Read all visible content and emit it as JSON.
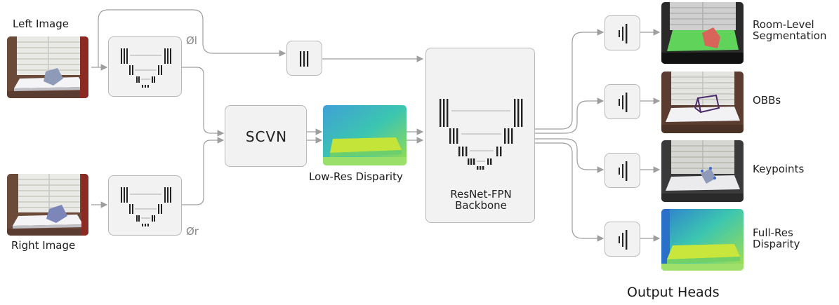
{
  "inputs": {
    "left_label": "Left Image",
    "right_label": "Right Image",
    "phi_left": "Øl",
    "phi_right": "Ør"
  },
  "scvn": {
    "label": "SCVN"
  },
  "disparity": {
    "label": "Low-Res Disparity"
  },
  "backbone": {
    "label_line1": "ResNet-FPN",
    "label_line2": "Backbone"
  },
  "heads": {
    "title": "Output Heads",
    "items": [
      {
        "label_line1": "Room-Level",
        "label_line2": "Segmentation"
      },
      {
        "label_line1": "OBBs",
        "label_line2": ""
      },
      {
        "label_line1": "Keypoints",
        "label_line2": ""
      },
      {
        "label_line1": "Full-Res",
        "label_line2": "Disparity"
      }
    ]
  },
  "colors": {
    "wire": "#9e9e9e",
    "box_fill": "#f2f2f2",
    "box_border": "#b8b8b8",
    "seg_green": "#5fd35a",
    "seg_red": "#d9645a",
    "obb_purple": "#4a2a6a"
  }
}
